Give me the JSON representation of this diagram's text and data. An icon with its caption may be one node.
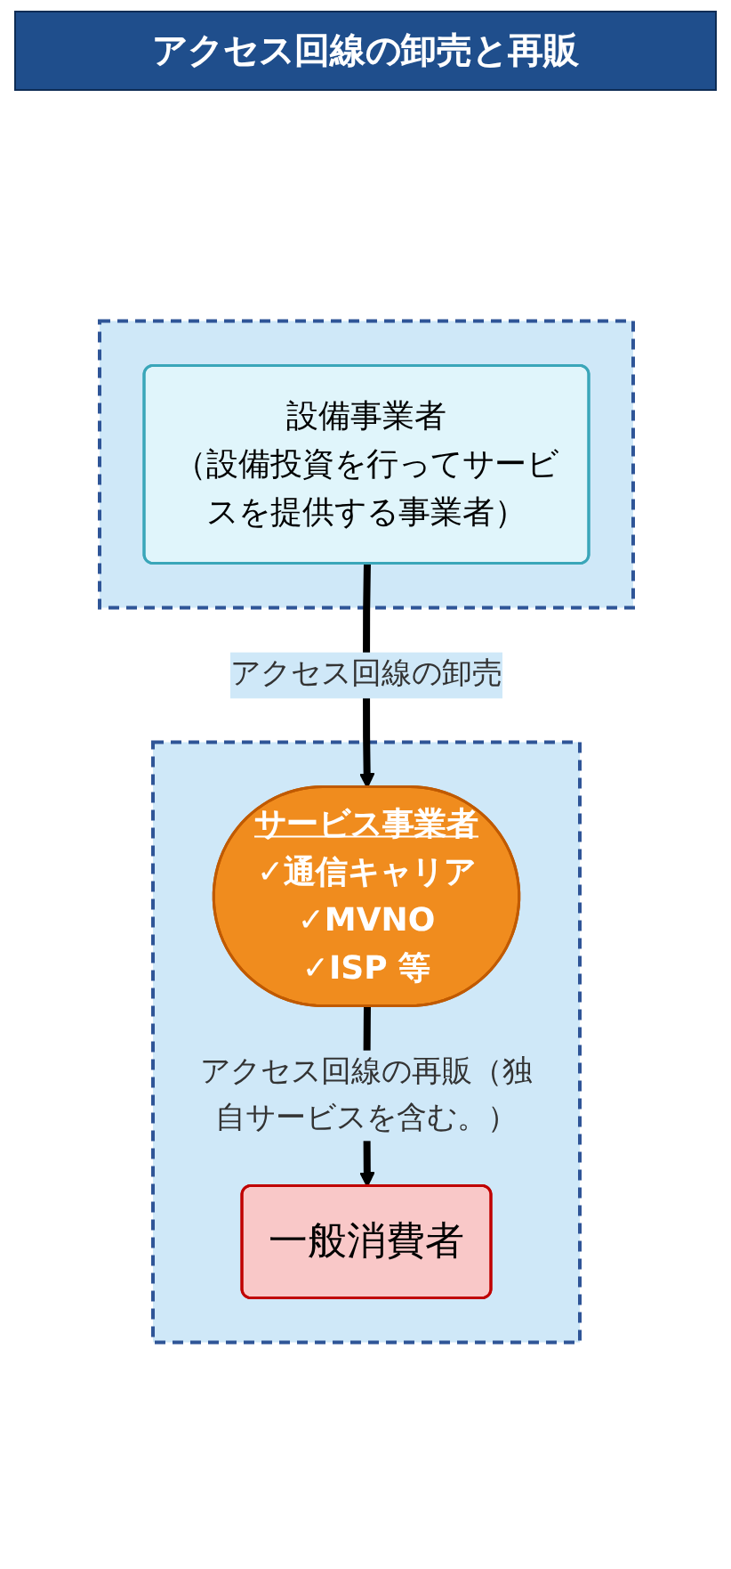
{
  "diagram": {
    "title": "アクセス回線の卸売と再販",
    "nodes": [
      {
        "text": [],
        "shape": "box"
      },
      {
        "text": [
          "設備事業者",
          "（設備投資を行ってサービスを提供する事業者）"
        ],
        "in": 0
      },
      {
        "text": [],
        "shape": "box"
      },
      {
        "text": [
          "サービス事業者",
          "✓通信キャリア",
          "✓MVNO",
          "✓ISP 等"
        ],
        "in": 2
      },
      {
        "text": [
          "一般消費者"
        ],
        "in": 2
      }
    ],
    "edges": [
      {
        "from": 1,
        "to": 3,
        "arrow": "to",
        "label": "アクセス回線の卸売"
      },
      {
        "from": 3,
        "to": 4,
        "arrow": "to",
        "label": "アクセス回線の再販（独自サービスを含む。）"
      }
    ]
  }
}
